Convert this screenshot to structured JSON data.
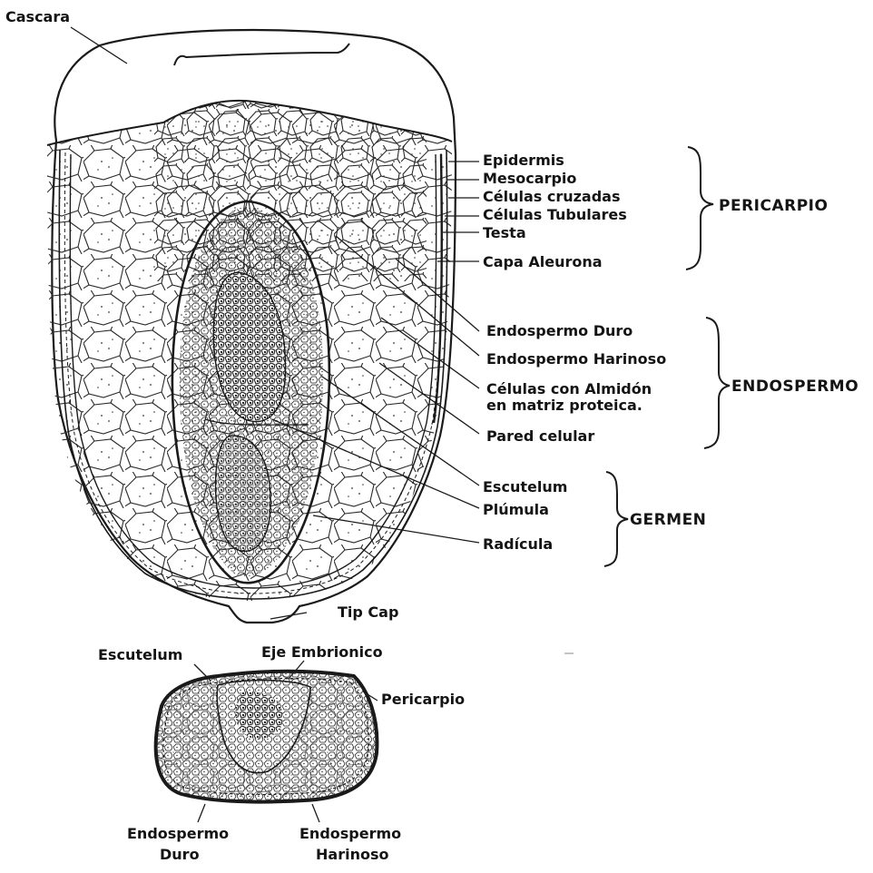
{
  "figure": {
    "labels": {
      "cascara": "Cascara",
      "epidermis": "Epidermis",
      "mesocarpio": "Mesocarpio",
      "celulas_cruzadas": "Células cruzadas",
      "celulas_tubulares": "Células Tubulares",
      "testa": "Testa",
      "capa_aleurona": "Capa Aleurona",
      "endospermo_duro": "Endospermo Duro",
      "endospermo_harinoso": "Endospermo Harinoso",
      "celulas_almidon_1": "Células con Almidón",
      "celulas_almidon_2": "en matriz proteica.",
      "pared_celular": "Pared celular",
      "escutelum": "Escutelum",
      "plumula": "Plúmula",
      "radicula": "Radícula",
      "tip_cap": "Tip Cap"
    },
    "groups": {
      "pericarpio": "PERICARPIO",
      "endospermo": "ENDOSPERMO",
      "germen": "GERMEN"
    },
    "cross_section": {
      "escutelum": "Escutelum",
      "eje_embrionico": "Eje Embrionico",
      "pericarpio": "Pericarpio",
      "endospermo_duro_1": "Endospermo",
      "endospermo_duro_2": "Duro",
      "endospermo_harinoso_1": "Endospermo",
      "endospermo_harinoso_2": "Harinoso"
    }
  },
  "colors": {
    "ink": "#1a1a1a",
    "paper": "#ffffff"
  }
}
